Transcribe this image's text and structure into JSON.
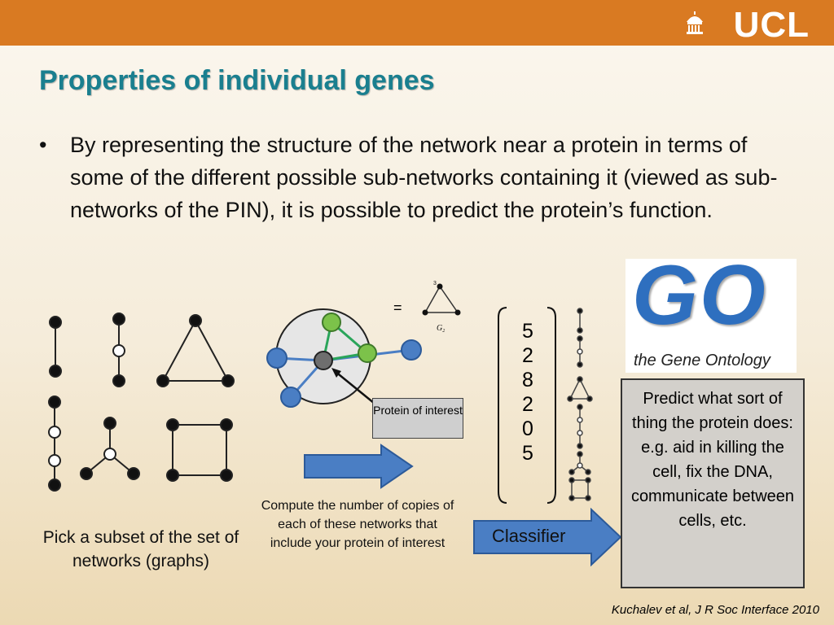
{
  "header": {
    "logo_text": "UCL"
  },
  "slide": {
    "title": "Properties of individual genes",
    "bullet_marker": "•",
    "bullet_text": "By representing the structure of the network near a protein in terms of some of the different possible sub-networks containing it (viewed as sub-networks of the PIN), it is possible to predict the protein’s function."
  },
  "diagram": {
    "subset_caption": "Pick a subset of the set of networks (graphs)",
    "equals_sign": "=",
    "g2_node_label": "3",
    "g2_label": "G",
    "g2_subscript": "2",
    "protein_box": "Protein of interest",
    "compute_caption": "Compute the number of copies of each of these networks that include your protein of interest",
    "counts": [
      "5",
      "2",
      "8",
      "2",
      "0",
      "5"
    ],
    "classifier_label": "Classifier",
    "predict_text": "Predict what sort of thing the protein does: e.g. aid in killing the cell, fix the DNA, communicate between cells, etc.",
    "go_logo": {
      "letters": "GO",
      "subtitle": "the Gene Ontology"
    },
    "colors": {
      "arrow_blue": "#4a7ec4",
      "node_blue": "#4a7ec4",
      "node_green": "#7cc24a",
      "node_gray": "#6e6e6e",
      "title_teal": "#1a7f8f",
      "header_orange": "#d97a22"
    }
  },
  "citation": "Kuchalev et al, J R Soc Interface 2010"
}
